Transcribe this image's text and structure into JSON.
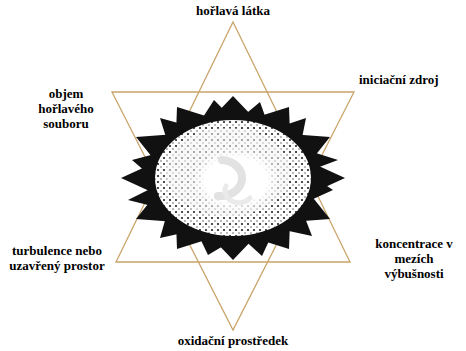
{
  "diagram": {
    "labels": [
      "hořlavá látka",
      "objem hořlavého souboru",
      "iniciační zdroj",
      "turbulence nebo uzavřený prostor",
      "koncentrace v mezích výbušnosti",
      "oxidační prostředek"
    ]
  }
}
